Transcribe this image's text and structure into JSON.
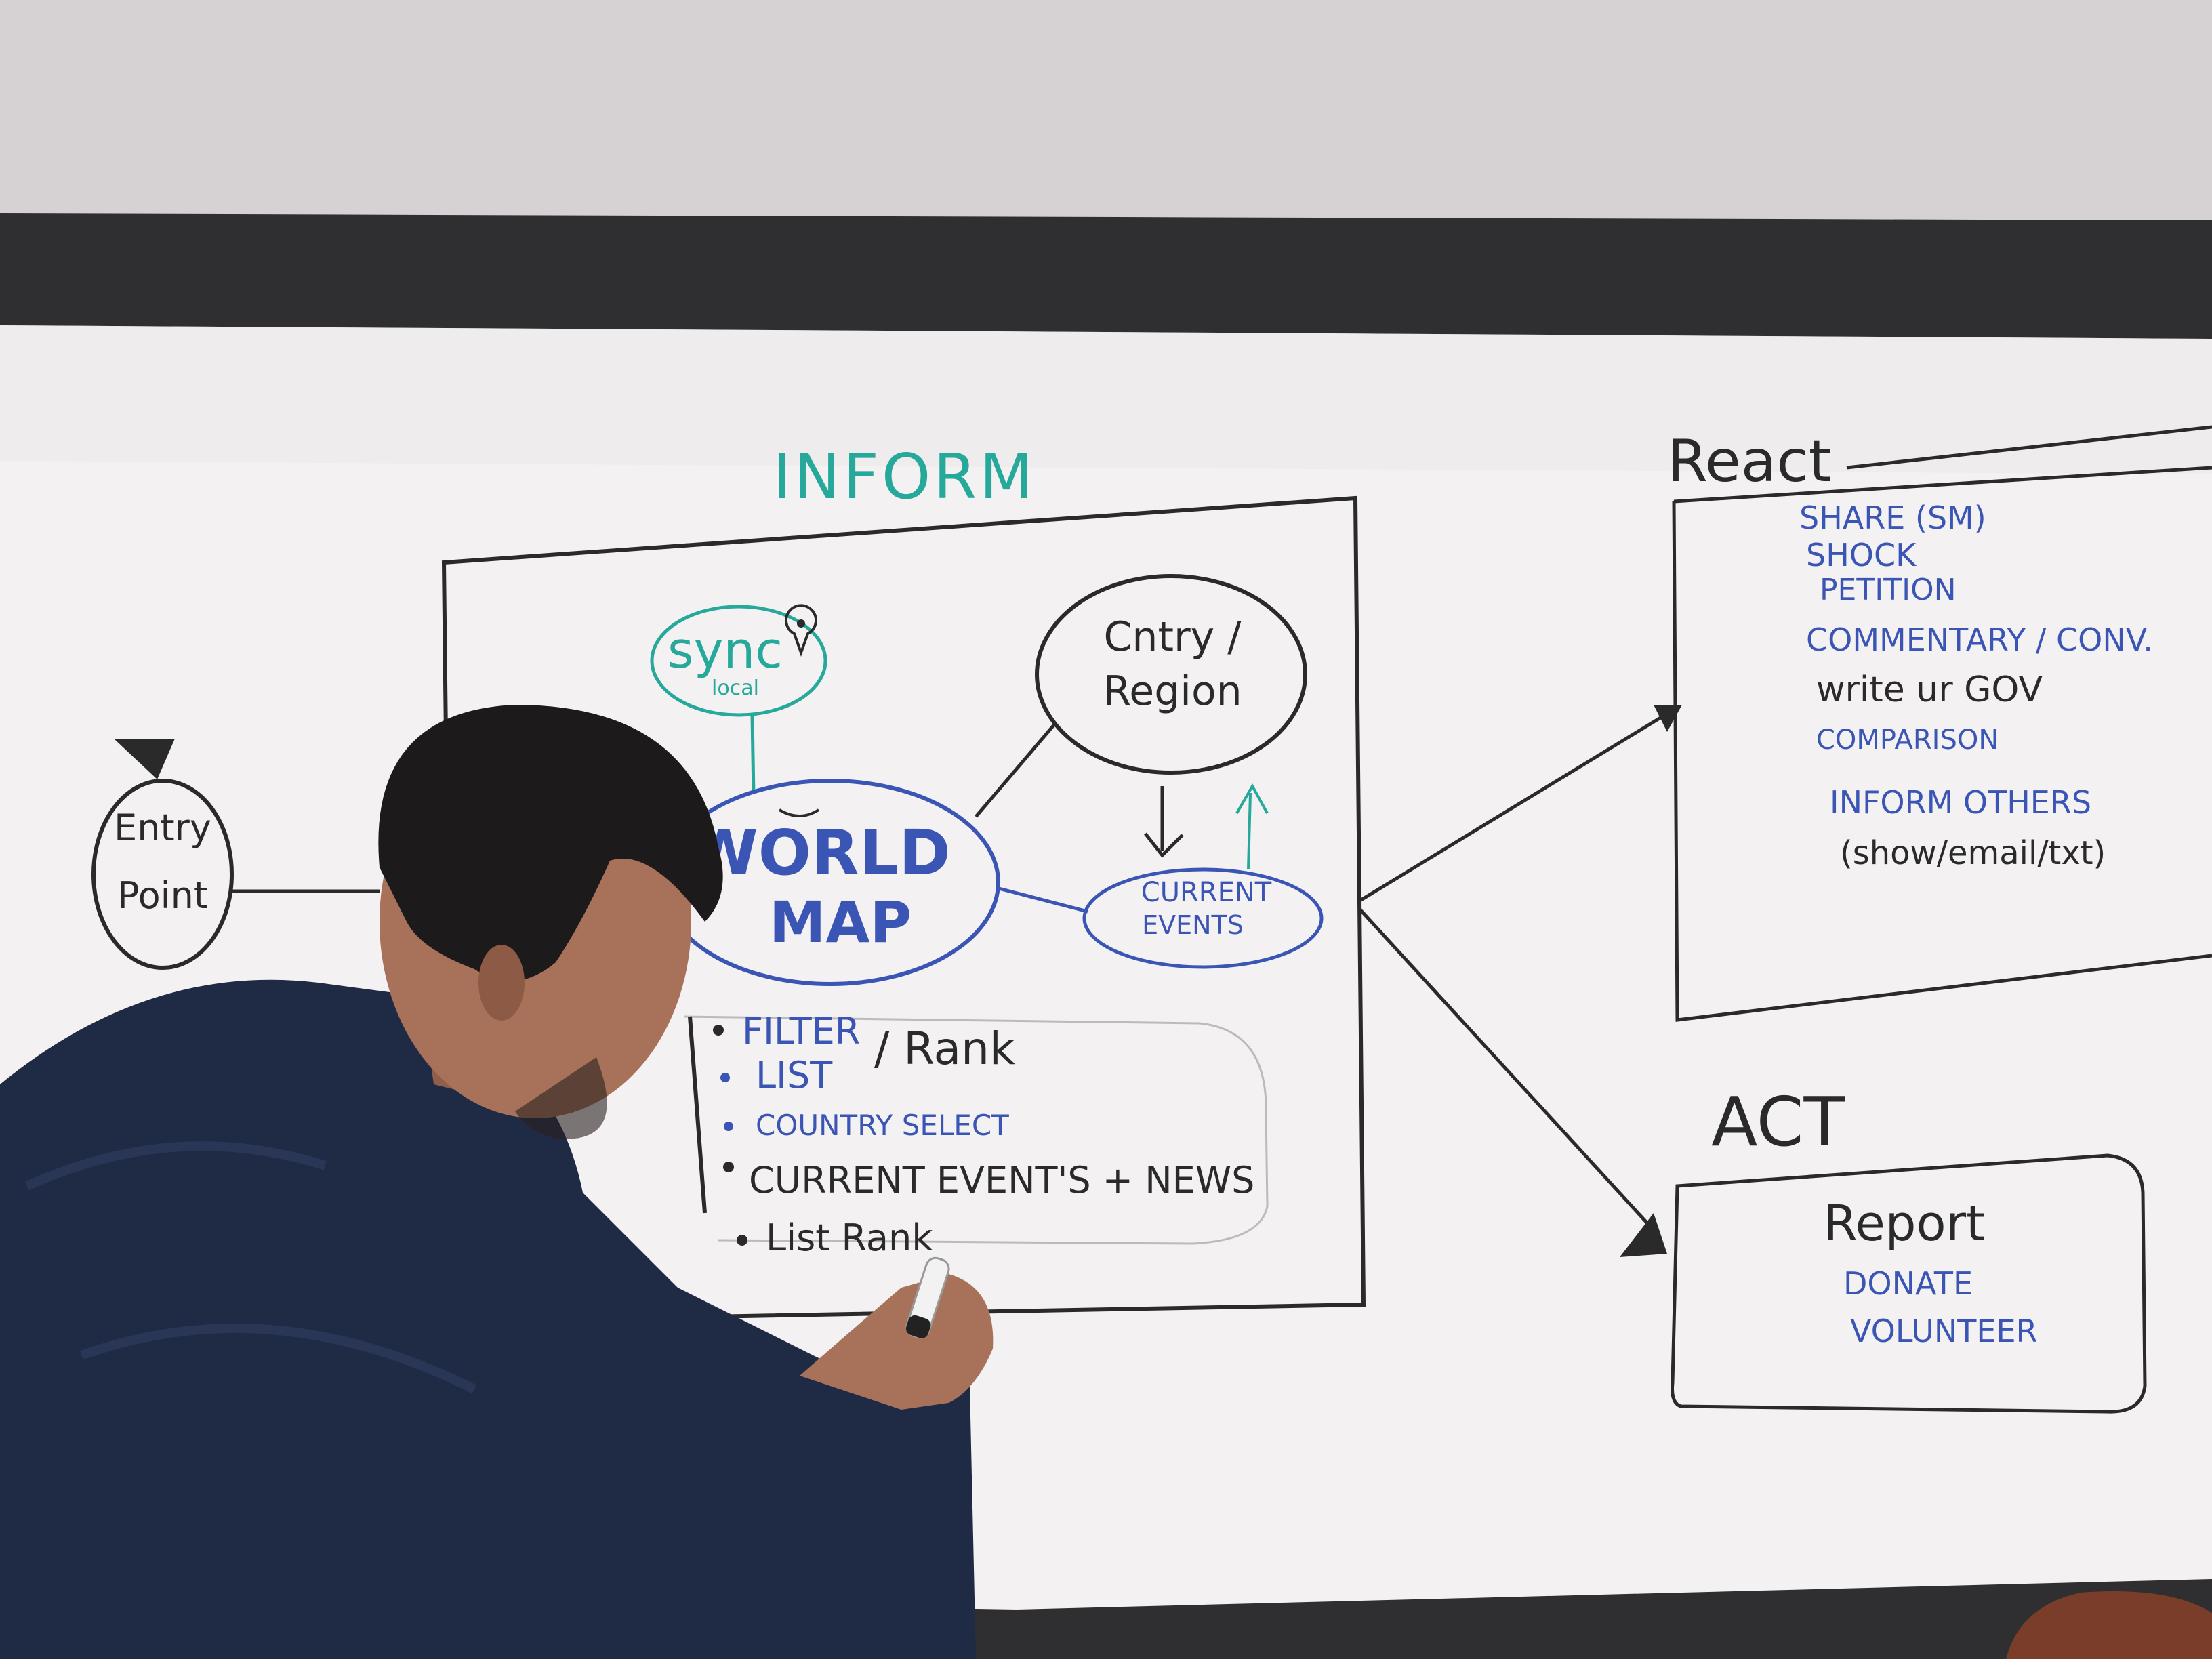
{
  "photo": {
    "subject": "whiteboard",
    "colors": {
      "wall": "#d6d2d4",
      "board": "#f4f2f3",
      "frame": "#303032",
      "black_ink": "#2a2a2a",
      "blue_ink": "#3b55b5",
      "teal_ink": "#26a89a",
      "jacket": "#1f2a44",
      "skin": "#b07a5e",
      "hair": "#1c1a1a"
    }
  },
  "whiteboard": {
    "inform_title": "INFORM",
    "entry": {
      "line1": "Entry",
      "line2": "Point"
    },
    "sync": {
      "label": "sync",
      "sub": "local",
      "icon": "location-pin-icon"
    },
    "world_map": {
      "line1": "WORLD",
      "line2": "MAP"
    },
    "country": {
      "line1": "Cntry /",
      "line2": "Region"
    },
    "current_events": {
      "line1": "CURRENT",
      "line2": "EVENTS"
    },
    "list": {
      "items": [
        "FILTER",
        "LIST",
        "COUNTRY SELECT",
        "CURRENT EVENT'S + NEWS",
        "List Rank"
      ],
      "rank_label": "/ Rank"
    },
    "react": {
      "title": "React",
      "items": [
        "SHARE (SM)",
        "SHOCK",
        "PETITION",
        "COMMENTARY / CONV.",
        "write ur GOV",
        "COMPARISON",
        "INFORM OTHERS",
        "(show/email/txt)"
      ]
    },
    "act": {
      "title": "ACT",
      "items": [
        "Report",
        "DONATE",
        "VOLUNTEER"
      ]
    }
  }
}
